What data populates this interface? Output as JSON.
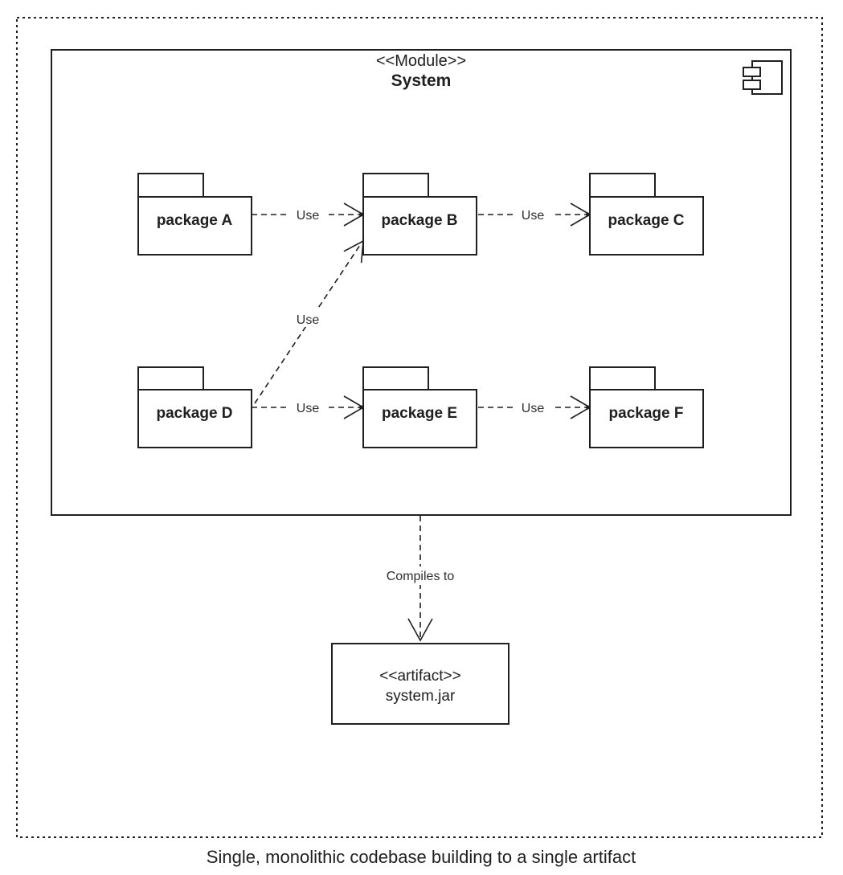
{
  "module": {
    "stereotype": "<<Module>>",
    "name": "System"
  },
  "packages": [
    {
      "id": "a",
      "label": "package A"
    },
    {
      "id": "b",
      "label": "package B"
    },
    {
      "id": "c",
      "label": "package C"
    },
    {
      "id": "d",
      "label": "package D"
    },
    {
      "id": "e",
      "label": "package E"
    },
    {
      "id": "f",
      "label": "package F"
    }
  ],
  "edges": [
    {
      "from": "package A",
      "to": "package B",
      "label": "Use"
    },
    {
      "from": "package B",
      "to": "package C",
      "label": "Use"
    },
    {
      "from": "package D",
      "to": "package B",
      "label": "Use"
    },
    {
      "from": "package D",
      "to": "package E",
      "label": "Use"
    },
    {
      "from": "package E",
      "to": "package F",
      "label": "Use"
    },
    {
      "from": "System",
      "to": "system.jar",
      "label": "Compiles to"
    }
  ],
  "artifact": {
    "stereotype": "<<artifact>>",
    "name": "system.jar"
  },
  "caption": "Single, monolithic codebase building to a single artifact",
  "icons": {
    "component": "uml-component-icon"
  },
  "colors": {
    "stroke": "#1f1f1f",
    "label": "#2e2e2e",
    "background": "#ffffff"
  }
}
